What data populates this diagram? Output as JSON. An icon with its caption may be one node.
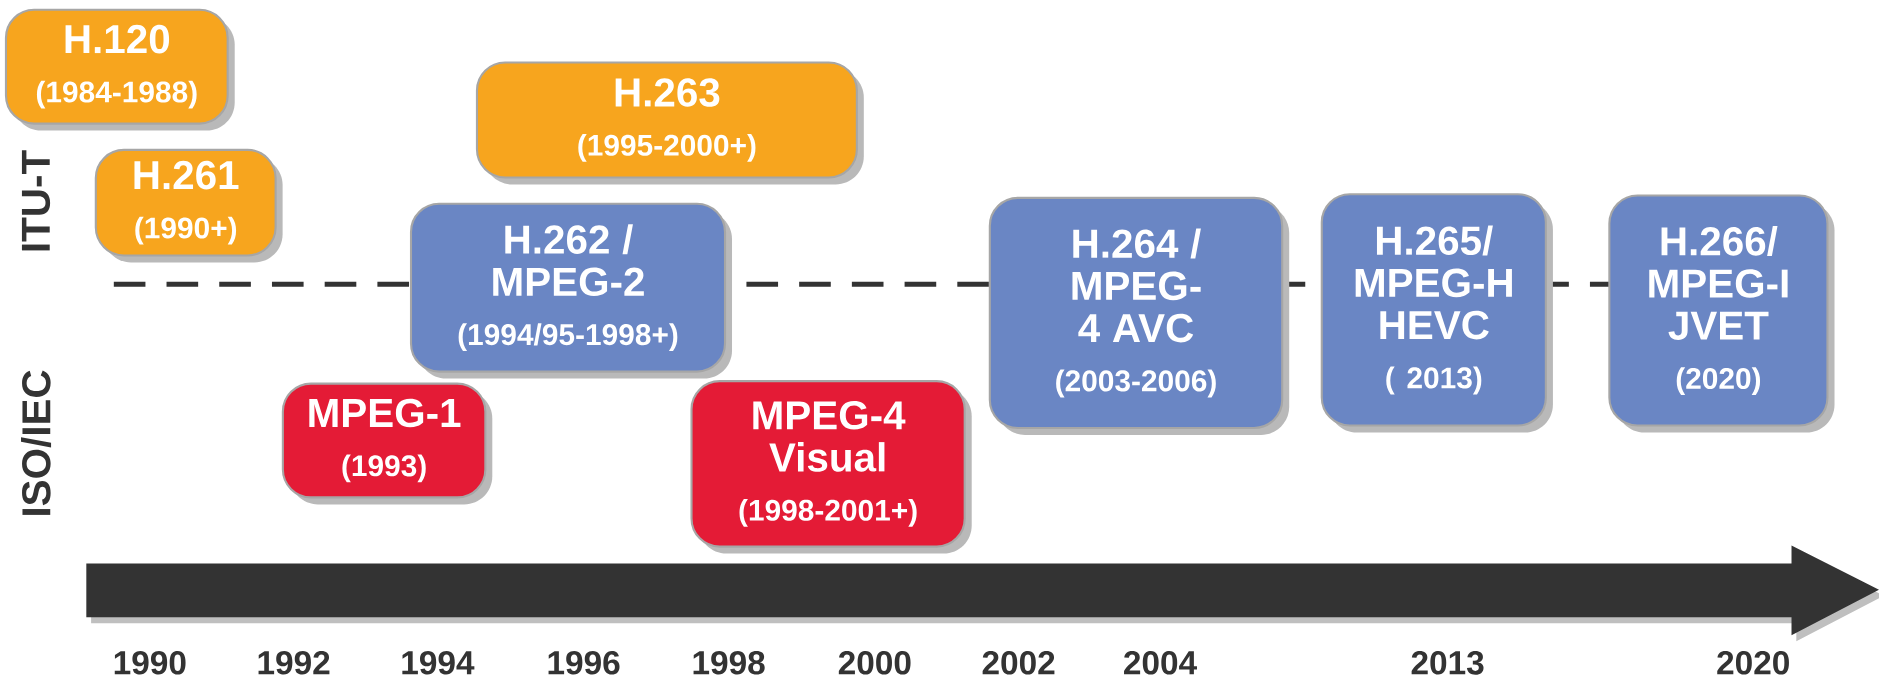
{
  "diagram": {
    "nodes": [
      {
        "text": [
          "H.120",
          "(1984-1988)"
        ]
      },
      {
        "text": [
          "H.263",
          "(1995-2000+)"
        ]
      },
      {
        "text": [
          "H.261",
          "(1990+)"
        ]
      },
      {
        "text": [
          "H.262 / MPEG-2",
          "(1994/95-1998+)"
        ]
      },
      {
        "text": [
          "H.264 / MPEG-4 AVC",
          "(2003-2006)"
        ]
      },
      {
        "text": [
          "H.265/ MPEG-H HEVC",
          "( 2013)"
        ]
      },
      {
        "text": [
          "H.266/ MPEG-I JVET",
          "(2020)"
        ]
      },
      {
        "text": [
          "MPEG-1",
          "(1993)"
        ]
      },
      {
        "text": [
          "MPEG-4 Visual",
          "(1998-2001+)"
        ]
      }
    ],
    "labels": [
      "ITU-T",
      "ISO/IEC",
      "1990",
      "1992",
      "1994",
      "1996",
      "1998",
      "2000",
      "2002",
      "2004",
      "2013",
      "2020"
    ]
  }
}
